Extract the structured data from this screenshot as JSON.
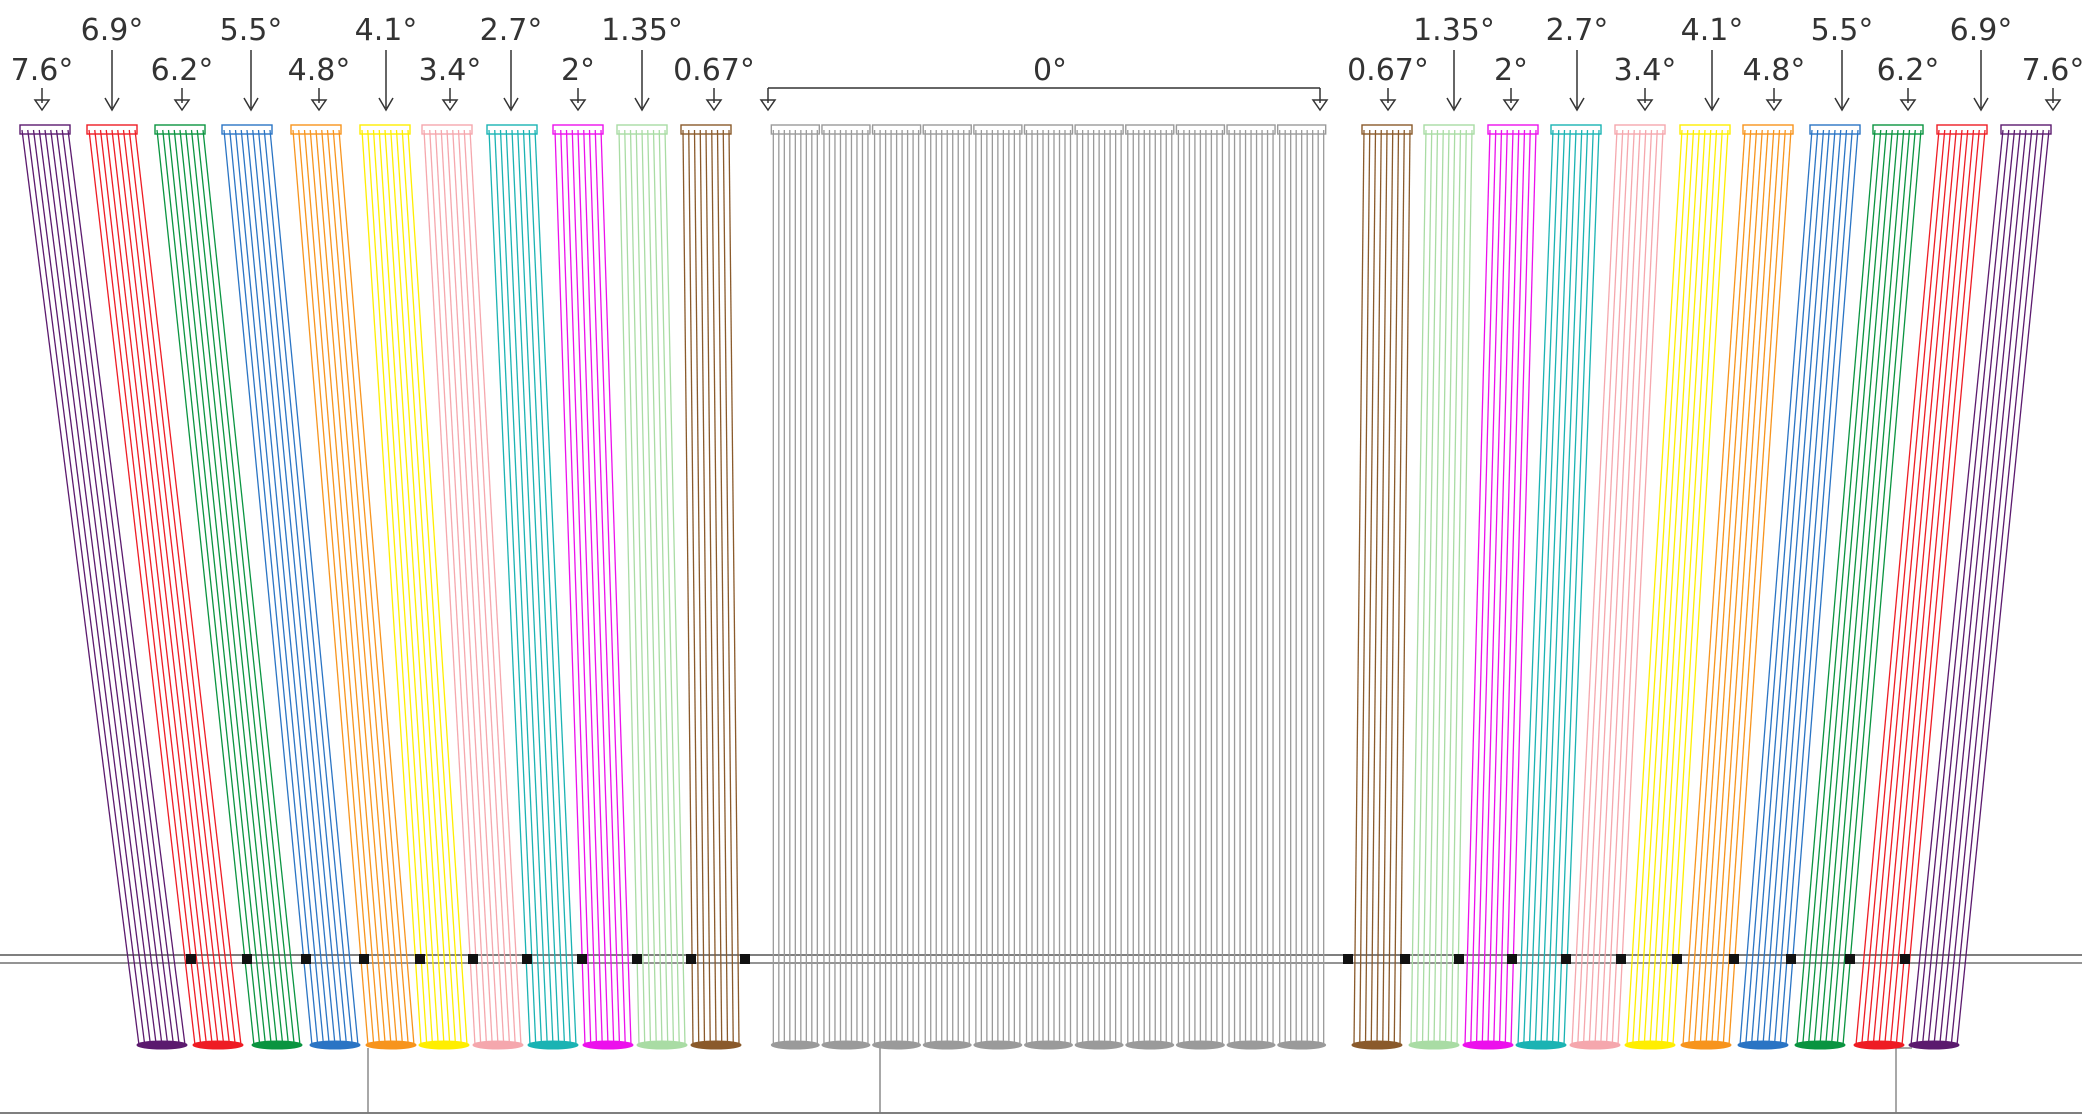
{
  "left_labels": [
    {
      "text": "7.6°",
      "style": "open",
      "color": "#5b1a6e"
    },
    {
      "text": "6.9°",
      "style": "line",
      "color": "#ee1c24"
    },
    {
      "text": "6.2°",
      "style": "open",
      "color": "#0a9440"
    },
    {
      "text": "5.5°",
      "style": "line",
      "color": "#2a74c4"
    },
    {
      "text": "4.8°",
      "style": "open",
      "color": "#f7941d"
    },
    {
      "text": "4.1°",
      "style": "line",
      "color": "#ffee00"
    },
    {
      "text": "3.4°",
      "style": "open",
      "color": "#f5a7ad"
    },
    {
      "text": "2.7°",
      "style": "line",
      "color": "#1ab3b3"
    },
    {
      "text": "2°",
      "style": "open",
      "color": "#ec10ec"
    },
    {
      "text": "1.35°",
      "style": "line",
      "color": "#a9dca4"
    },
    {
      "text": "0.67°",
      "style": "open",
      "color": "#8a5a2b"
    }
  ],
  "right_labels": [
    {
      "text": "0.67°",
      "style": "open",
      "color": "#8a5a2b"
    },
    {
      "text": "1.35°",
      "style": "line",
      "color": "#a9dca4"
    },
    {
      "text": "2°",
      "style": "open",
      "color": "#ec10ec"
    },
    {
      "text": "2.7°",
      "style": "line",
      "color": "#1ab3b3"
    },
    {
      "text": "3.4°",
      "style": "open",
      "color": "#f5a7ad"
    },
    {
      "text": "4.1°",
      "style": "line",
      "color": "#ffee00"
    },
    {
      "text": "4.8°",
      "style": "open",
      "color": "#f7941d"
    },
    {
      "text": "5.5°",
      "style": "line",
      "color": "#2a74c4"
    },
    {
      "text": "6.2°",
      "style": "open",
      "color": "#0a9440"
    },
    {
      "text": "6.9°",
      "style": "line",
      "color": "#ee1c24"
    },
    {
      "text": "7.6°",
      "style": "open",
      "color": "#5b1a6e"
    }
  ],
  "center_label": {
    "text": "0°",
    "color": "#9a9a9a",
    "tube_count": 11
  },
  "colors": {
    "ink": "#333333",
    "axis": "#555555",
    "support": "#7a7a7a",
    "joint": "#111111"
  }
}
